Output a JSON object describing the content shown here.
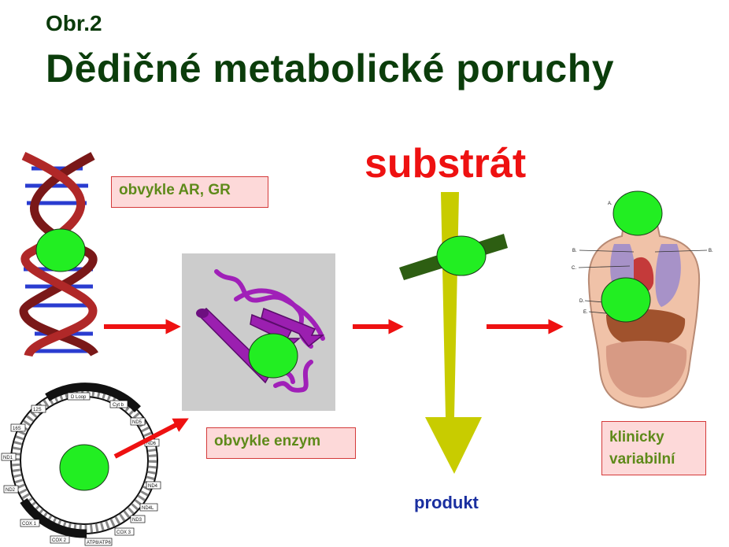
{
  "header": {
    "subtitle": "Obr.2",
    "title": "Dědičné metabolické poruchy"
  },
  "labels": {
    "substrate": "substrát",
    "product": "produkt",
    "inheritance": "obvykle AR, GR",
    "enzyme": "obvykle enzym",
    "clinical_line1": "klinicky",
    "clinical_line2": "variabilní"
  },
  "mtdna_map": {
    "labels": [
      "D Loop",
      "Cyt b",
      "ND5",
      "ND6",
      "ND4",
      "ND4L",
      "ND3",
      "COX 3",
      "ATP8/ATP6",
      "COX 2",
      "COX 1",
      "ND2",
      "ND1",
      "16S",
      "12S"
    ]
  },
  "anatomy_letters": [
    "A.",
    "B.",
    "B.",
    "C.",
    "D.",
    "E."
  ],
  "colors": {
    "title_green": "#0b3d0b",
    "substrate_red": "#ee1111",
    "product_blue": "#1a2fa0",
    "marker_green": "#22ee22",
    "arrow_red": "#ee1111",
    "pathway_yellow": "#c8cc00",
    "inhibitor_green": "#2d5e12",
    "box_fill": "#fdd9d9",
    "box_text": "#5e8a1a"
  }
}
